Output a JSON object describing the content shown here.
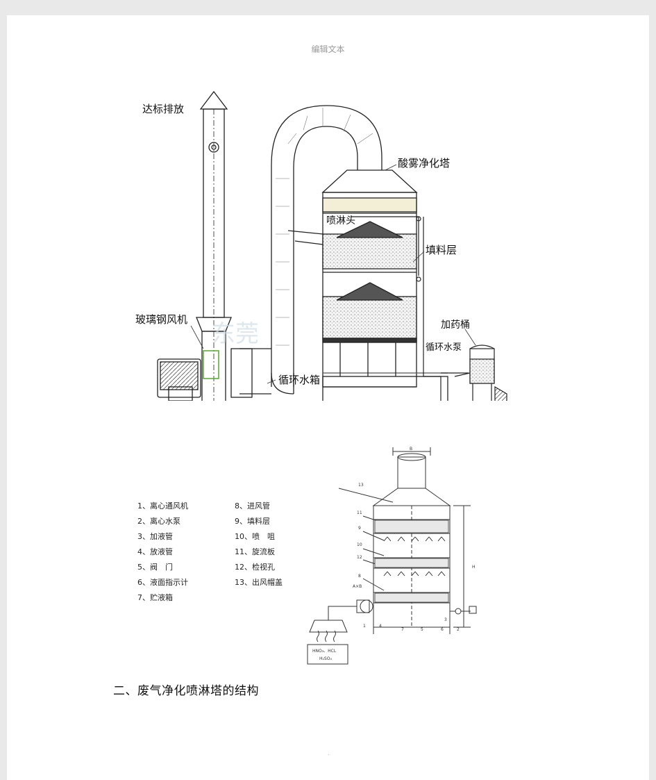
{
  "header": {
    "label": "编辑文本"
  },
  "figure1": {
    "labels": {
      "discharge": "达标排放",
      "acid_tower": "酸雾净化塔",
      "spray_head": "喷淋头",
      "packing_layer": "填料层",
      "dosing_tank": "加药桶",
      "circ_pump": "循环水泵",
      "fan": "玻璃钢风机",
      "circ_tank": "循环水箱"
    },
    "watermark": "东莞"
  },
  "figure2": {
    "labels": {
      "fume": "HNO₃、HCL\nH₂SO₄",
      "fume_line1": "HNO₃、HCL",
      "fume_line2": "H₂SO₄",
      "ab": "A×B",
      "b": "B"
    },
    "numbers": [
      "1",
      "2",
      "3",
      "4",
      "5",
      "6",
      "7",
      "8",
      "9",
      "10",
      "11",
      "12",
      "13",
      "H"
    ]
  },
  "legend": {
    "left": [
      "1、离心通风机",
      "2、离心水泵",
      "3、加液管",
      "4、放液管",
      "5、阀　门",
      "6、液面指示计",
      "7、贮液箱"
    ],
    "right": [
      "8、进风管",
      "9、填料层",
      "10、喷　咀",
      "11、旋流板",
      "12、检视孔",
      "13、出风帽盖"
    ]
  },
  "section": {
    "heading": "二、废气净化喷淋塔的结构"
  },
  "footer": {
    "dot": "."
  }
}
